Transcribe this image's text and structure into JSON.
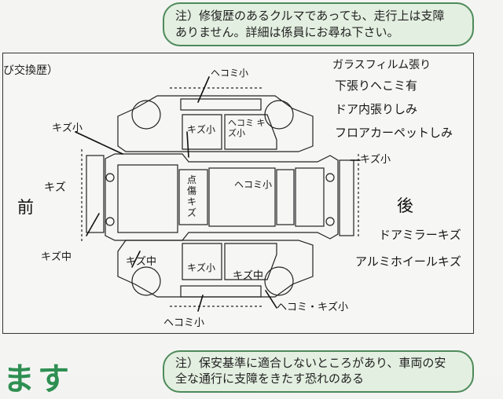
{
  "notes": {
    "top_line1": "注）修復歴のあるクルマであっても、走行上は支障",
    "top_line2": "ありません。詳細は係員にお尋ね下さい。",
    "bottom_line1": "注）保安基準に適合しないところがあり、車両の安",
    "bottom_line2": "全な通行に支障をきたす恐れのある"
  },
  "section_label": "び交換歴）",
  "big_text": "ます",
  "labels": {
    "front": "前",
    "rear": "後"
  },
  "handwriting": {
    "top_right_1": "ガラスフィルム張り",
    "top_right_2": "下張りヘこミ有",
    "top_right_3": "ドア内張りしみ",
    "top_right_4": "フロアカーペットしみ",
    "right_1": "ドアミラーキズ",
    "right_2": "アルミホイールキズ",
    "rear_kizu": "キズ小",
    "left_kizu_small": "キズ小",
    "left_kizu": "キズ",
    "left_kizu_mid": "キズ中",
    "roof_hekomi": "ヘコミ小",
    "center_hekomi": "ヘコミ小",
    "door_kizu_left_top": "キズ小",
    "door_kizu_right_top": "ヘコミ キズ小",
    "bumper_kizu": "点傷キズ",
    "lower_kizu_mid": "キズ中",
    "lower_kizu_small": "キズ小",
    "lower_kizu_mid2": "キズ中",
    "bottom_hekomi": "ヘコミ小",
    "bottom_right": "ヘコミ・キズ小"
  }
}
